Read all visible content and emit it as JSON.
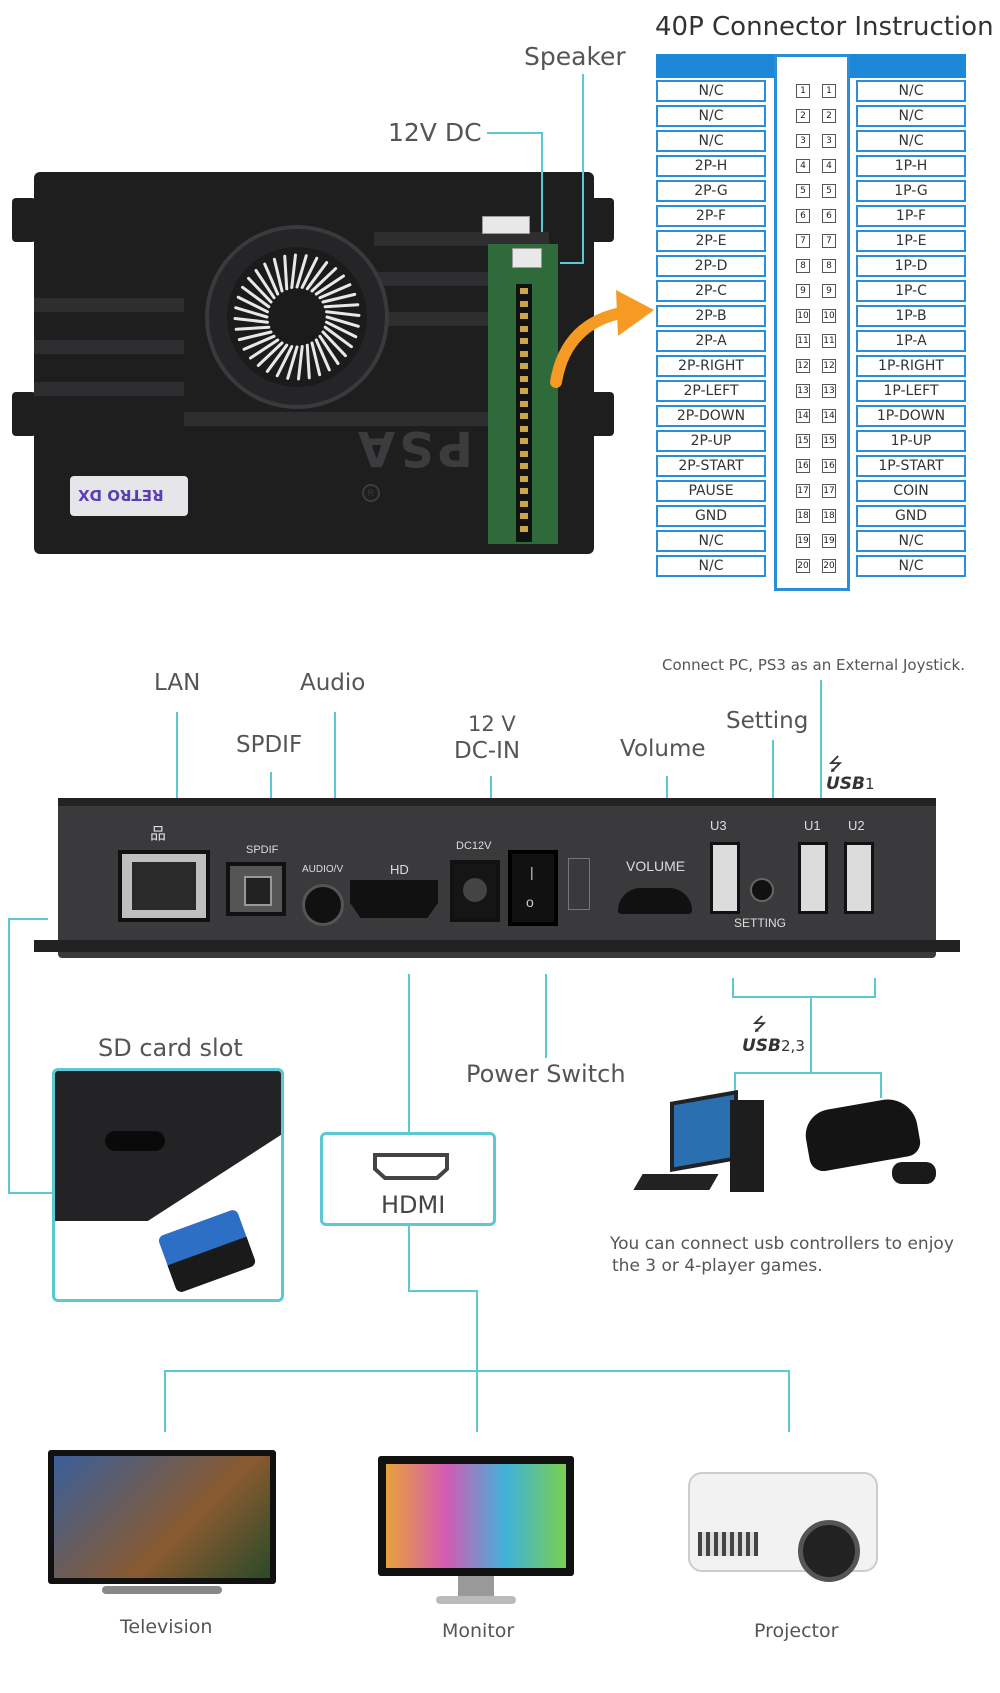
{
  "pin_table": {
    "title": "40P Connector Instruction",
    "rows": [
      {
        "left": "N/C",
        "pin": "1",
        "right": "N/C"
      },
      {
        "left": "N/C",
        "pin": "2",
        "right": "N/C"
      },
      {
        "left": "N/C",
        "pin": "3",
        "right": "N/C"
      },
      {
        "left": "2P-H",
        "pin": "4",
        "right": "1P-H"
      },
      {
        "left": "2P-G",
        "pin": "5",
        "right": "1P-G"
      },
      {
        "left": "2P-F",
        "pin": "6",
        "right": "1P-F"
      },
      {
        "left": "2P-E",
        "pin": "7",
        "right": "1P-E"
      },
      {
        "left": "2P-D",
        "pin": "8",
        "right": "1P-D"
      },
      {
        "left": "2P-C",
        "pin": "9",
        "right": "1P-C"
      },
      {
        "left": "2P-B",
        "pin": "10",
        "right": "1P-B"
      },
      {
        "left": "2P-A",
        "pin": "11",
        "right": "1P-A"
      },
      {
        "left": "2P-RIGHT",
        "pin": "12",
        "right": "1P-RIGHT"
      },
      {
        "left": "2P-LEFT",
        "pin": "13",
        "right": "1P-LEFT"
      },
      {
        "left": "2P-DOWN",
        "pin": "14",
        "right": "1P-DOWN"
      },
      {
        "left": "2P-UP",
        "pin": "15",
        "right": "1P-UP"
      },
      {
        "left": "2P-START",
        "pin": "16",
        "right": "1P-START"
      },
      {
        "left": "PAUSE",
        "pin": "17",
        "right": "COIN"
      },
      {
        "left": "GND",
        "pin": "18",
        "right": "GND"
      },
      {
        "left": "N/C",
        "pin": "19",
        "right": "N/C"
      },
      {
        "left": "N/C",
        "pin": "20",
        "right": "N/C"
      }
    ]
  },
  "top_labels": {
    "speaker": "Speaker",
    "dc12v": "12V DC"
  },
  "board_text": {
    "brand": "PSA",
    "logo_text": "RETRO DX"
  },
  "callouts": {
    "lan": "LAN",
    "audio": "Audio",
    "spdif": "SPDIF",
    "dcin_line1": "12 V",
    "dcin_line2": "DC-IN",
    "volume": "Volume",
    "setting": "Setting",
    "usb1_note": "Connect PC, PS3 as an External Joystick.",
    "usb1_label": "USB",
    "usb1_num": "1",
    "usb23_label": "USB",
    "usb23_num": "2,3",
    "sd_slot": "SD card slot",
    "power_switch": "Power Switch",
    "hdmi": "HDMI",
    "usb_note_line1": "You can connect usb controllers to enjoy",
    "usb_note_line2": "the 3 or 4-player games."
  },
  "panel_print": {
    "spdif": "SPDIF",
    "audio": "AUDIO/V",
    "hd": "HD",
    "dc12v": "DC12V",
    "volume": "VOLUME",
    "setting": "SETTING",
    "u3": "U3",
    "u1": "U1",
    "u2": "U2"
  },
  "displays": {
    "television": "Television",
    "monitor": "Monitor",
    "projector": "Projector"
  },
  "colors": {
    "accent": "#5bc8d2",
    "table_blue": "#2a8fd8",
    "arrow_orange": "#f59a23",
    "device_black": "#1e1e1f"
  }
}
